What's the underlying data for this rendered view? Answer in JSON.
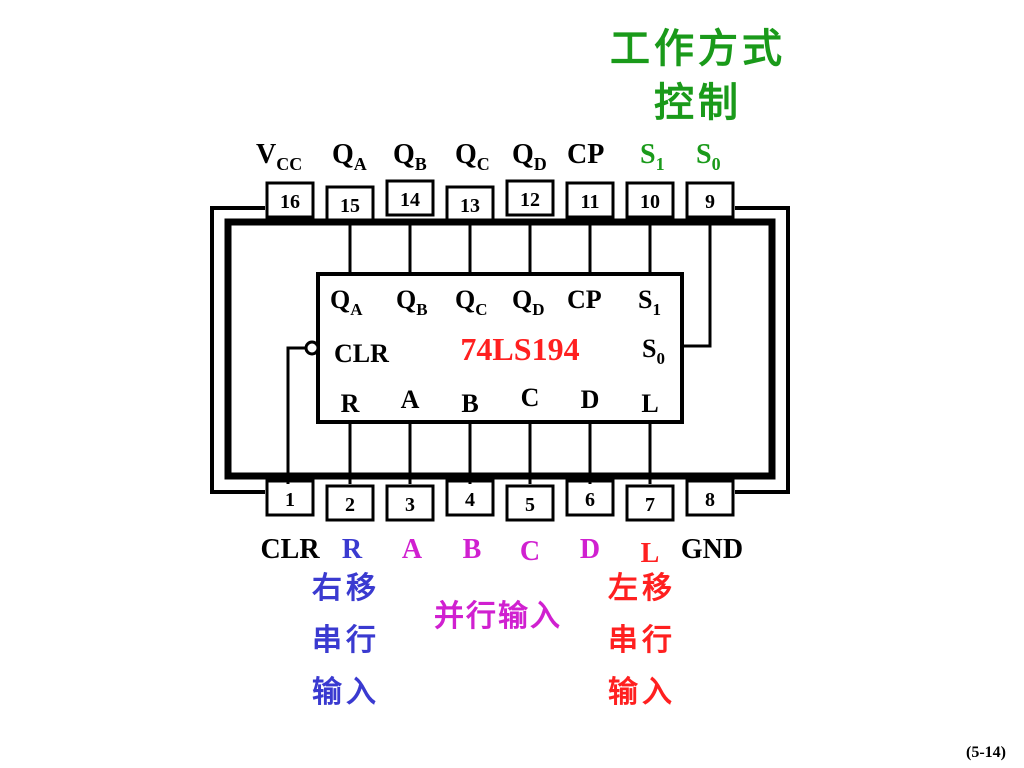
{
  "heading": {
    "line1": "工作方式",
    "line2": "控制",
    "color": "#1a9a1a"
  },
  "chip": {
    "name": "74LS194",
    "name_color": "#ff2020"
  },
  "top_pins": [
    {
      "num": "16",
      "label": "V",
      "sub": "CC",
      "color": "#000000"
    },
    {
      "num": "15",
      "label": "Q",
      "sub": "A",
      "color": "#000000"
    },
    {
      "num": "14",
      "label": "Q",
      "sub": "B",
      "color": "#000000"
    },
    {
      "num": "13",
      "label": "Q",
      "sub": "C",
      "color": "#000000"
    },
    {
      "num": "12",
      "label": "Q",
      "sub": "D",
      "color": "#000000"
    },
    {
      "num": "11",
      "label": "CP",
      "sub": "",
      "color": "#000000"
    },
    {
      "num": "10",
      "label": "S",
      "sub": "1",
      "color": "#1a9a1a"
    },
    {
      "num": "9",
      "label": "S",
      "sub": "0",
      "color": "#1a9a1a"
    }
  ],
  "bottom_pins": [
    {
      "num": "1",
      "label": "CLR",
      "color": "#000000"
    },
    {
      "num": "2",
      "label": "R",
      "color": "#3a3ad0"
    },
    {
      "num": "3",
      "label": "A",
      "color": "#d020d0"
    },
    {
      "num": "4",
      "label": "B",
      "color": "#d020d0"
    },
    {
      "num": "5",
      "label": "C",
      "color": "#d020d0"
    },
    {
      "num": "6",
      "label": "D",
      "color": "#d020d0"
    },
    {
      "num": "7",
      "label": "L",
      "color": "#ff2020"
    },
    {
      "num": "8",
      "label": "GND",
      "color": "#000000"
    }
  ],
  "inner": {
    "top": [
      {
        "label": "Q",
        "sub": "A"
      },
      {
        "label": "Q",
        "sub": "B"
      },
      {
        "label": "Q",
        "sub": "C"
      },
      {
        "label": "Q",
        "sub": "D"
      },
      {
        "label": "CP",
        "sub": ""
      },
      {
        "label": "S",
        "sub": "1"
      }
    ],
    "clr": "CLR",
    "s0": {
      "label": "S",
      "sub": "0"
    },
    "bottom": [
      "R",
      "A",
      "B",
      "C",
      "D",
      "L"
    ]
  },
  "notes": {
    "right_serial": {
      "lines": [
        "右移",
        "串行",
        "输入"
      ],
      "color": "#3a3ad0"
    },
    "parallel": {
      "text": "并行输入",
      "color": "#d020d0"
    },
    "left_serial": {
      "lines": [
        "左移",
        "串行",
        "输入"
      ],
      "color": "#ff2020"
    }
  },
  "page_number": "(5-14)"
}
